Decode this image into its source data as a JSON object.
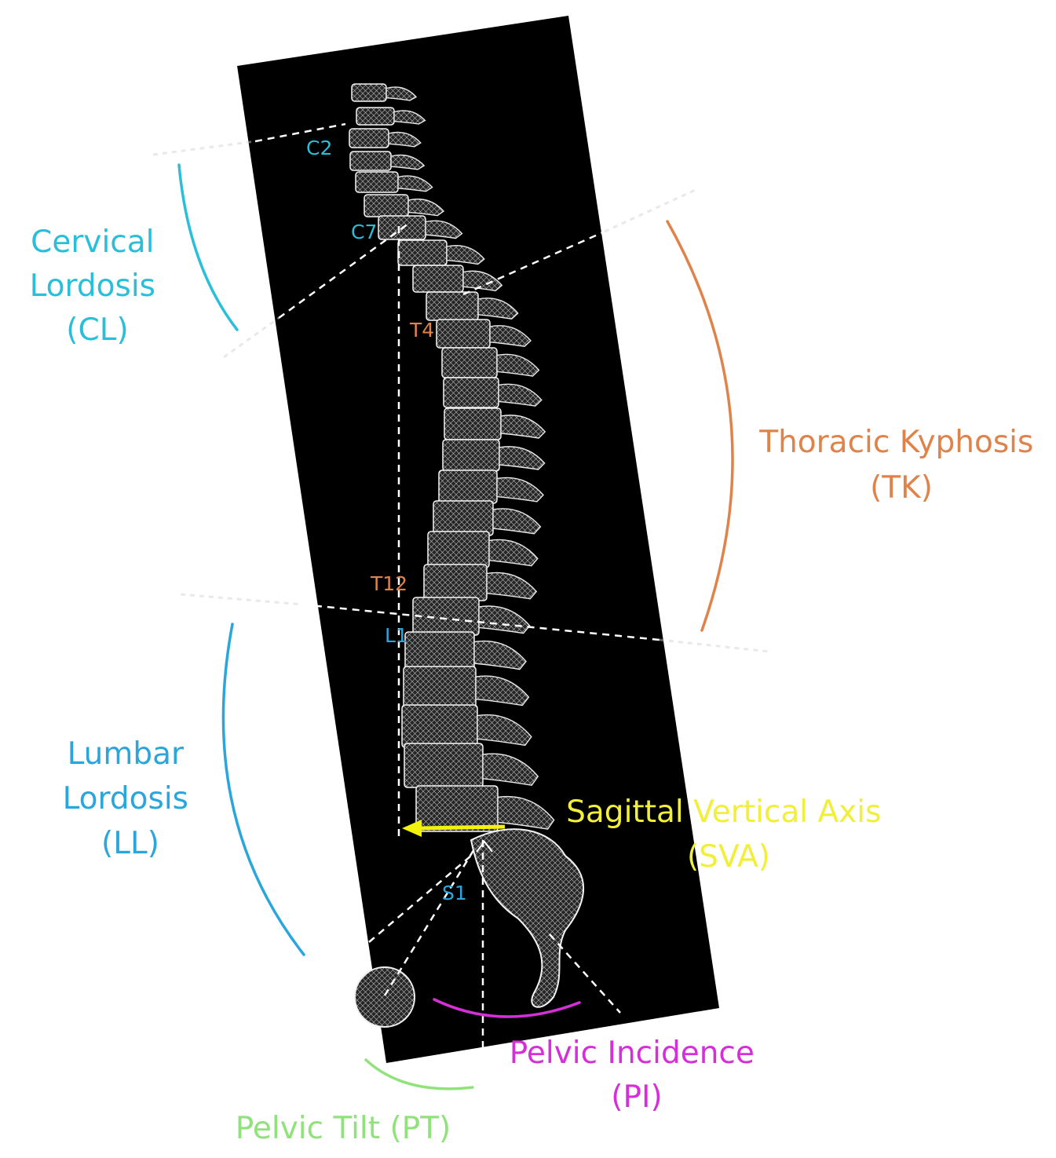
{
  "colors": {
    "cervical": "#29bfd9",
    "thoracic": "#e0834a",
    "lumbar": "#2aa6dc",
    "sva_arrow": "#f2f20e",
    "sva_text": "#f2ef3a",
    "pelvic_incidence": "#d62fd9",
    "pelvic_tilt": "#8fe37a",
    "background_panel": "#000000",
    "guide_lines": "#ffffff"
  },
  "labels": {
    "cervical_lordosis": {
      "line1": "Cervical",
      "line2": "Lordosis",
      "line3": "(CL)"
    },
    "thoracic_kyphosis": {
      "line1": "Thoracic Kyphosis",
      "line2": "(TK)"
    },
    "lumbar_lordosis": {
      "line1": "Lumbar",
      "line2": "Lordosis",
      "line3": "(LL)"
    },
    "sagittal_vertical_axis": {
      "line1": "Sagittal Vertical Axis",
      "line2": "(SVA)"
    },
    "pelvic_incidence": {
      "line1": "Pelvic Incidence",
      "line2": "(PI)"
    },
    "pelvic_tilt": {
      "line1": "Pelvic Tilt (PT)"
    }
  },
  "levels": {
    "c2": "C2",
    "c7": "C7",
    "t4": "T4",
    "t12": "T12",
    "l1": "L1",
    "s1": "S1"
  },
  "icons": {
    "spine": "spine-wireframe-icon",
    "femoral_head": "femoral-head-icon"
  }
}
